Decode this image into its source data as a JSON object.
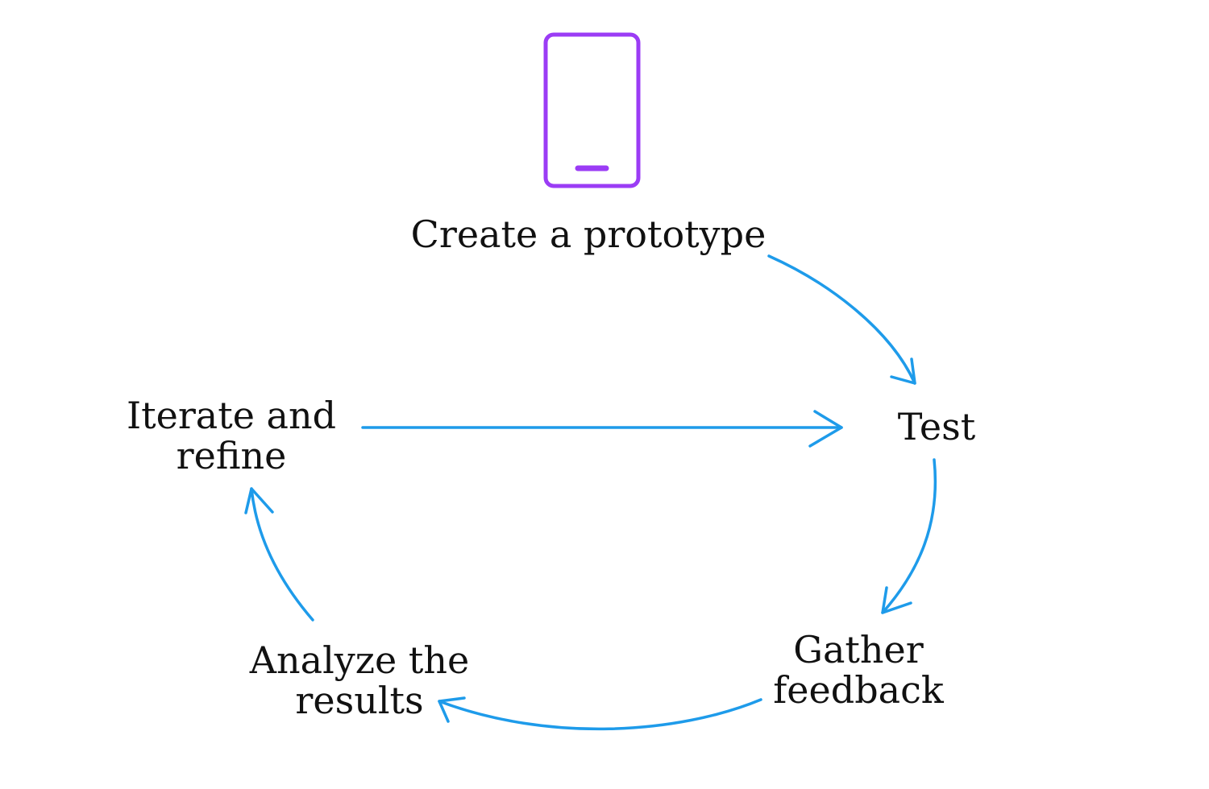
{
  "diagram": {
    "colors": {
      "arrow": "#1E9BEA",
      "phone_icon": "#9B3CF5",
      "text": "#111111",
      "background": "#FFFFFF"
    },
    "icon": "mobile-phone-icon",
    "nodes": {
      "create": {
        "lines": [
          "Create a prototype"
        ]
      },
      "test": {
        "lines": [
          "Test"
        ]
      },
      "gather": {
        "lines": [
          "Gather",
          "feedback"
        ]
      },
      "analyze": {
        "lines": [
          "Analyze the",
          "results"
        ]
      },
      "iterate": {
        "lines": [
          "Iterate and",
          "refine"
        ]
      }
    },
    "edges": [
      {
        "from": "create",
        "to": "test"
      },
      {
        "from": "test",
        "to": "gather"
      },
      {
        "from": "gather",
        "to": "analyze"
      },
      {
        "from": "analyze",
        "to": "iterate"
      },
      {
        "from": "iterate",
        "to": "test"
      }
    ]
  }
}
